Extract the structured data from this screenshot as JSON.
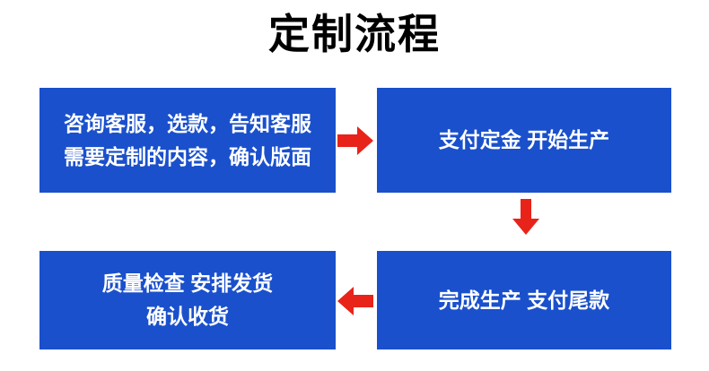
{
  "title": "定制流程",
  "colors": {
    "box_fill": "#1a50cc",
    "box_text": "#ffffff",
    "arrow": "#e8231a",
    "title_text": "#000000",
    "background": "#ffffff"
  },
  "flow": {
    "steps": [
      {
        "id": "consult",
        "text": "咨询客服，选款，告知客服\n需要定制的内容，确认版面"
      },
      {
        "id": "deposit",
        "text": "支付定金  开始生产"
      },
      {
        "id": "finish",
        "text": "完成生产 支付尾款"
      },
      {
        "id": "inspect",
        "text": "质量检查 安排发货\n确认收货"
      }
    ],
    "arrows": [
      {
        "id": "arrow-right-top",
        "direction": "right"
      },
      {
        "id": "arrow-down-right",
        "direction": "down"
      },
      {
        "id": "arrow-left-bottom",
        "direction": "left"
      }
    ]
  }
}
